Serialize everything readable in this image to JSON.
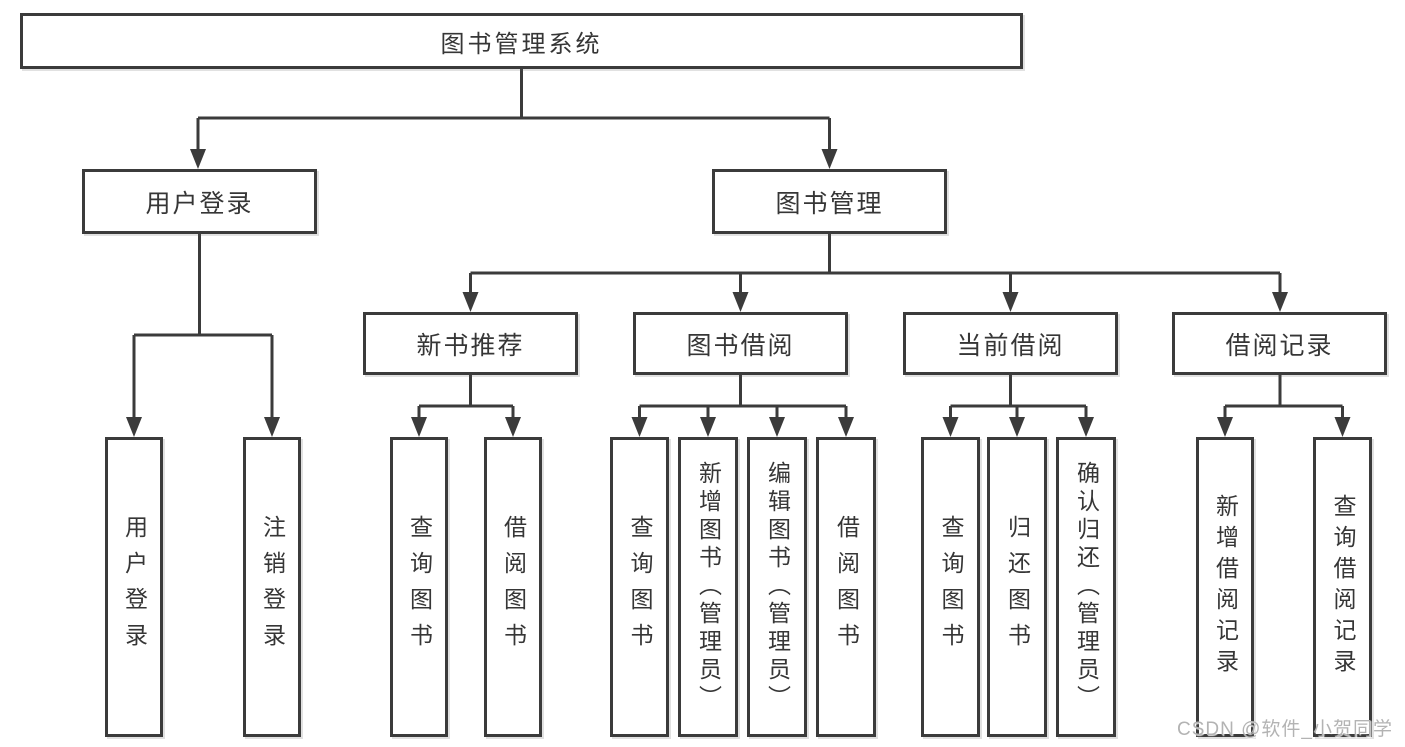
{
  "colors": {
    "line": "#3b3b3b",
    "node_border": "#3b3b3b",
    "node_text": "#363636",
    "background": "#ffffff",
    "watermark_text": "#b3b3b3"
  },
  "nodes": {
    "root": "图书管理系统",
    "level2": [
      "用户登录",
      "图书管理"
    ],
    "level3": [
      "新书推荐",
      "图书借阅",
      "当前借阅",
      "借阅记录"
    ],
    "leaves_user": [
      "用户登录",
      "注销登录"
    ],
    "leaves_recommend": [
      "查询图书",
      "借阅图书"
    ],
    "leaves_borrow": [
      "查询图书",
      "新增图书（管理员）",
      "编辑图书（管理员）",
      "借阅图书"
    ],
    "leaves_current": [
      "查询图书",
      "归还图书",
      "确认归还（管理员）"
    ],
    "leaves_records": [
      "新增借阅记录",
      "查询借阅记录"
    ]
  },
  "watermark": "CSDN @软件_小贺同学"
}
